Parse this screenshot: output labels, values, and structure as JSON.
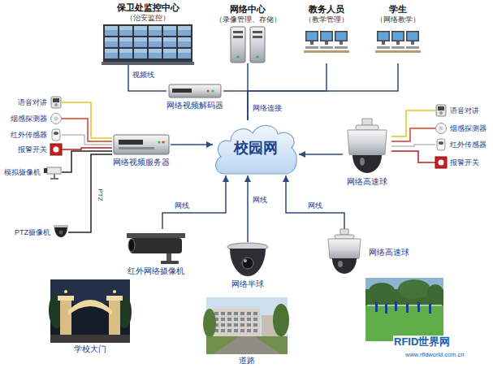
{
  "diagram": {
    "nodes": [
      {
        "text": [
          "保卫处监控中心",
          "（治安监控）"
        ]
      },
      {
        "text": [
          "网络中心",
          "（录像管理、存储）"
        ]
      },
      {
        "text": [
          "教务人员",
          "（教学管理）"
        ]
      },
      {
        "text": [
          "学生",
          "（网络教学）"
        ]
      },
      {
        "text": [
          "网络视频解码器"
        ]
      },
      {
        "text": [
          "语音对讲"
        ]
      },
      {
        "text": [
          "烟感探测器"
        ]
      },
      {
        "text": [
          "红外传感器"
        ]
      },
      {
        "text": [
          "报警开关"
        ]
      },
      {
        "text": [
          "网络视频服务器"
        ]
      },
      {
        "text": [
          "校园网"
        ]
      },
      {
        "text": [
          "语音对讲"
        ]
      },
      {
        "text": [
          "烟感探测器"
        ]
      },
      {
        "text": [
          "红外传感器"
        ]
      },
      {
        "text": [
          "报警开关"
        ]
      },
      {
        "text": [
          "网络高速球"
        ]
      },
      {
        "text": [
          "模拟摄像机"
        ]
      },
      {
        "text": [
          "PTZ摄像机"
        ]
      },
      {
        "text": [
          "红外网络摄像机"
        ]
      },
      {
        "text": [
          "网络半球"
        ]
      },
      {
        "text": [
          "网络高速球"
        ]
      }
    ],
    "edges": [
      {
        "from": 4,
        "to": 0,
        "arrow": "none",
        "label": "视频线"
      },
      {
        "from": 10,
        "to": 1,
        "arrow": "none",
        "label": "网络连接"
      },
      {
        "from": 10,
        "to": 2,
        "arrow": "none"
      },
      {
        "from": 10,
        "to": 3,
        "arrow": "none"
      },
      {
        "from": 10,
        "to": 4,
        "arrow": "none"
      },
      {
        "from": 5,
        "to": 9,
        "arrow": "none"
      },
      {
        "from": 6,
        "to": 9,
        "arrow": "none"
      },
      {
        "from": 7,
        "to": 9,
        "arrow": "none"
      },
      {
        "from": 8,
        "to": 9,
        "arrow": "none"
      },
      {
        "from": 16,
        "to": 9,
        "arrow": "none"
      },
      {
        "from": 17,
        "to": 9,
        "arrow": "none",
        "label": "PTZ"
      },
      {
        "from": 9,
        "to": 10,
        "arrow": "to"
      },
      {
        "from": 11,
        "to": 15,
        "arrow": "none"
      },
      {
        "from": 12,
        "to": 15,
        "arrow": "none"
      },
      {
        "from": 13,
        "to": 15,
        "arrow": "none"
      },
      {
        "from": 14,
        "to": 15,
        "arrow": "none"
      },
      {
        "from": 15,
        "to": 10,
        "arrow": "to"
      },
      {
        "from": 18,
        "to": 10,
        "arrow": "to",
        "label": "网线"
      },
      {
        "from": 19,
        "to": 10,
        "arrow": "to",
        "label": "网线"
      },
      {
        "from": 20,
        "to": 10,
        "arrow": "to",
        "label": "网线"
      }
    ],
    "labels": [
      "学校大门",
      "道路",
      "RFID世界网",
      "www.rfidworld.com.cn"
    ]
  }
}
